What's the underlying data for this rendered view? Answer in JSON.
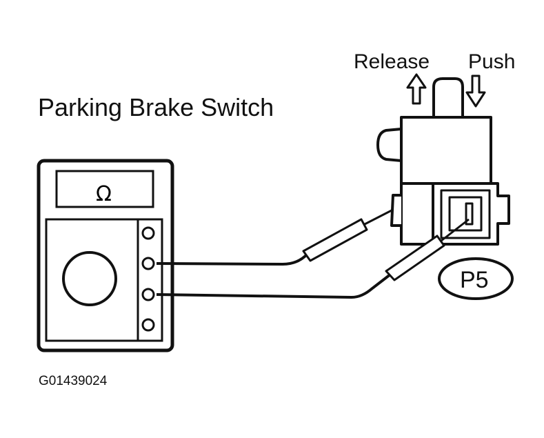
{
  "diagram": {
    "title": "Parking Brake Switch",
    "release_label": "Release",
    "push_label": "Push",
    "connector_label": "P5",
    "meter_symbol": "Ω",
    "figure_code": "G01439024",
    "line_color": "#111111",
    "background_color": "#ffffff"
  }
}
